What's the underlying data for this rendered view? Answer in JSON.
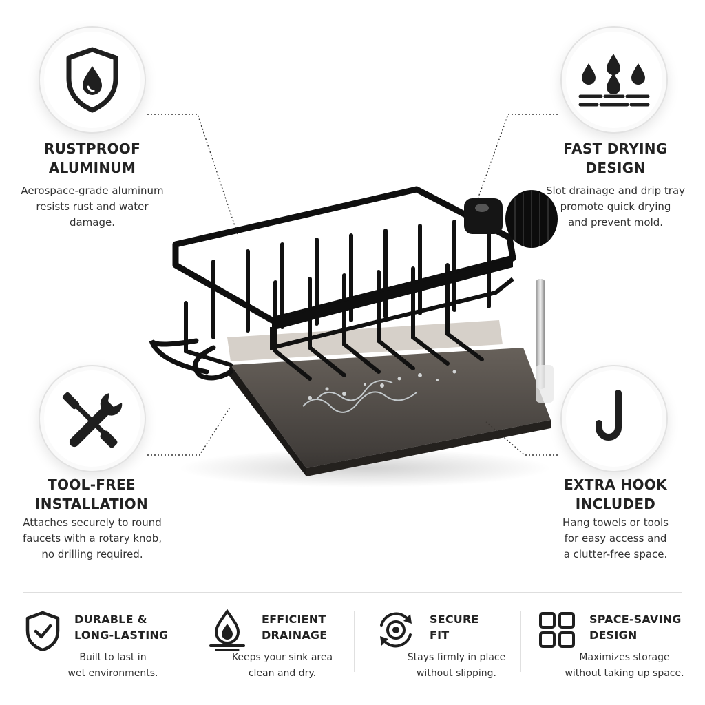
{
  "features": {
    "rustproof": {
      "icon": "shield-drop-icon",
      "title_1": "RUSTPROOF",
      "title_2": "ALUMINUM",
      "desc_1": "Aerospace-grade aluminum",
      "desc_2": "resists rust and water",
      "desc_3": "damage."
    },
    "fast_drying": {
      "icon": "water-drops-icon",
      "title_1": "FAST DRYING",
      "title_2": "DESIGN",
      "desc_1": "Slot drainage and drip tray",
      "desc_2": "promote quick drying",
      "desc_3": "and prevent mold."
    },
    "tool_free": {
      "icon": "wrench-screwdriver-icon",
      "title_1": "TOOL-FREE",
      "title_2": "INSTALLATION",
      "desc_1": "Attaches securely to round",
      "desc_2": "faucets with a rotary knob,",
      "desc_3": "no drilling required."
    },
    "extra_hook": {
      "icon": "hook-icon",
      "title_1": "EXTRA HOOK",
      "title_2": "INCLUDED",
      "desc_1": "Hang towels or tools",
      "desc_2": "for easy access and",
      "desc_3": "a clutter-free space."
    }
  },
  "benefits": [
    {
      "icon": "shield-check-icon",
      "title_1": "DURABLE &",
      "title_2": "LONG-LASTING",
      "desc_1": "Built to last in",
      "desc_2": "wet environments."
    },
    {
      "icon": "drop-drain-icon",
      "title_1": "EFFICIENT",
      "title_2": "DRAINAGE",
      "desc_1": "Keeps your sink area",
      "desc_2": "clean and dry."
    },
    {
      "icon": "secure-rotate-icon",
      "title_1": "SECURE",
      "title_2": "FIT",
      "desc_1": "Stays firmly in place",
      "desc_2": "without slipping."
    },
    {
      "icon": "grid-squares-icon",
      "title_1": "SPACE-SAVING",
      "title_2": "DESIGN",
      "desc_1": "Maximizes storage",
      "desc_2": "without taking up space."
    }
  ],
  "colors": {
    "icon": "#1f1f1f",
    "text": "#222222",
    "product": "#111111",
    "tray": "#3a3530"
  }
}
